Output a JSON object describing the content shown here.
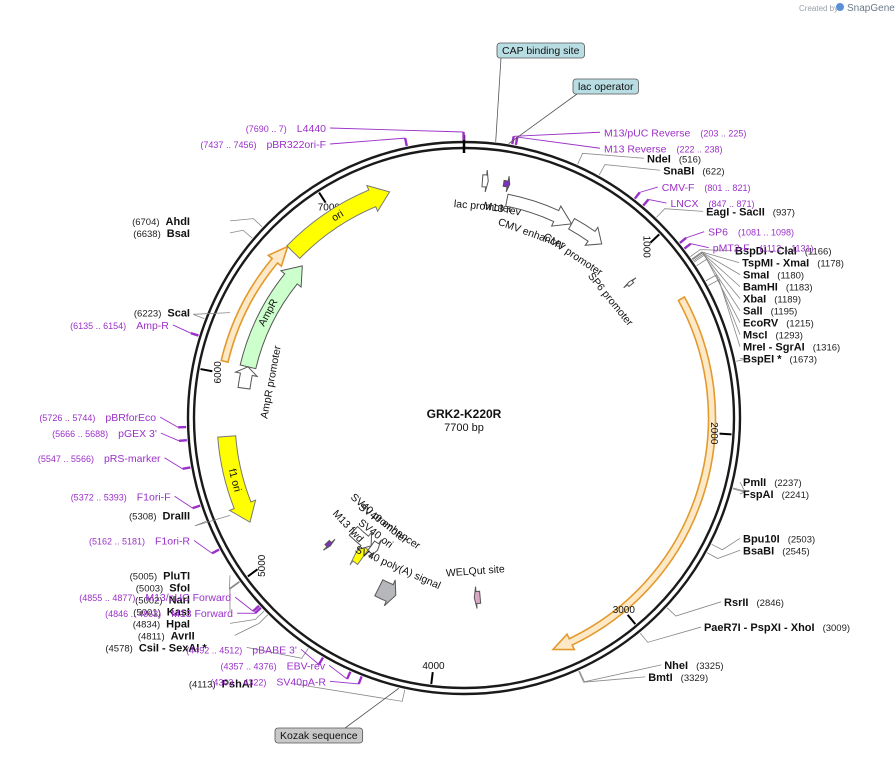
{
  "header": {
    "credit": "Created by",
    "brand": "SnapGene"
  },
  "plasmid": {
    "name": "GRK2-K220R",
    "length_label": "7700 bp",
    "length_bp": 7700
  },
  "colors": {
    "backbone": "#1a1a1a",
    "primer": "#9b30c9",
    "site_line": "#888888",
    "ori": "#ffff00",
    "ampr": "#ccffcc",
    "orf_outline": "#e39a2d",
    "orf_fill": "#fde9c8",
    "cap_box": "#b8dde3",
    "lac_op_box": "#b8dde3",
    "kozak_box": "#c8c8c8"
  },
  "ticks": [
    {
      "bp": 1000,
      "label": "1000"
    },
    {
      "bp": 2000,
      "label": "2000"
    },
    {
      "bp": 3000,
      "label": "3000"
    },
    {
      "bp": 4000,
      "label": "4000"
    },
    {
      "bp": 5000,
      "label": "5000"
    },
    {
      "bp": 6000,
      "label": "6000"
    },
    {
      "bp": 7000,
      "label": "7000"
    }
  ],
  "restriction_sites": [
    {
      "name": "NdeI",
      "pos": "(516)",
      "bp": 516
    },
    {
      "name": "SnaBI",
      "pos": "(622)",
      "bp": 622
    },
    {
      "name": "EagI  - SacII",
      "pos": "(937)",
      "bp": 937
    },
    {
      "name": "BspDI  - ClaI",
      "pos": "(1166)",
      "bp": 1166
    },
    {
      "name": "TspMI  - XmaI",
      "pos": "(1178)",
      "bp": 1178
    },
    {
      "name": "SmaI",
      "pos": "(1180)",
      "bp": 1180
    },
    {
      "name": "BamHI",
      "pos": "(1183)",
      "bp": 1183
    },
    {
      "name": "XbaI",
      "pos": "(1189)",
      "bp": 1189
    },
    {
      "name": "SalI",
      "pos": "(1195)",
      "bp": 1195
    },
    {
      "name": "EcoRV",
      "pos": "(1215)",
      "bp": 1215
    },
    {
      "name": "MscI",
      "pos": "(1293)",
      "bp": 1293
    },
    {
      "name": "MreI  - SgrAI",
      "pos": "(1316)",
      "bp": 1316
    },
    {
      "name": "BspEI *",
      "pos": "(1673)",
      "bp": 1673
    },
    {
      "name": "PmlI",
      "pos": "(2237)",
      "bp": 2237
    },
    {
      "name": "FspAI",
      "pos": "(2241)",
      "bp": 2241
    },
    {
      "name": "Bpu10I",
      "pos": "(2503)",
      "bp": 2503
    },
    {
      "name": "BsaBI",
      "pos": "(2545)",
      "bp": 2545
    },
    {
      "name": "RsrII",
      "pos": "(2846)",
      "bp": 2846
    },
    {
      "name": "PaeR7I  - PspXI  - XhoI",
      "pos": "(3009)",
      "bp": 3009
    },
    {
      "name": "NheI",
      "pos": "(3325)",
      "bp": 3325
    },
    {
      "name": "BmtI",
      "pos": "(3329)",
      "bp": 3329
    },
    {
      "name": "PshAI",
      "pos": "(4113)",
      "bp": 4113
    },
    {
      "name": "CsiI  - SexAI *",
      "pos": "(4578)",
      "bp": 4578
    },
    {
      "name": "AvrII",
      "pos": "(4811)",
      "bp": 4811
    },
    {
      "name": "HpaI",
      "pos": "(4834)",
      "bp": 4834
    },
    {
      "name": "KasI",
      "pos": "(5001)",
      "bp": 5001
    },
    {
      "name": "NarI",
      "pos": "(5002)",
      "bp": 5002
    },
    {
      "name": "SfoI",
      "pos": "(5003)",
      "bp": 5003
    },
    {
      "name": "PluTI",
      "pos": "(5005)",
      "bp": 5005
    },
    {
      "name": "DraIII",
      "pos": "(5308)",
      "bp": 5308
    },
    {
      "name": "ScaI",
      "pos": "(6223)",
      "bp": 6223
    },
    {
      "name": "BsaI",
      "pos": "(6638)",
      "bp": 6638
    },
    {
      "name": "AhdI",
      "pos": "(6704)",
      "bp": 6704
    }
  ],
  "primers": [
    {
      "name": "L4440",
      "range": "(7690 .. 7)",
      "bp": 7698
    },
    {
      "name": "pBR322ori-F",
      "range": "(7437 .. 7456)",
      "bp": 7446
    },
    {
      "name": "M13/pUC Reverse",
      "range": "(203 .. 225)",
      "bp": 214
    },
    {
      "name": "M13 Reverse",
      "range": "(222 .. 238)",
      "bp": 230
    },
    {
      "name": "CMV-F",
      "range": "(801 .. 821)",
      "bp": 811
    },
    {
      "name": "LNCX",
      "range": "(847 .. 871)",
      "bp": 859
    },
    {
      "name": "SP6",
      "range": "(1081 .. 1098)",
      "bp": 1090
    },
    {
      "name": "pMT2-F",
      "range": "(1112 .. 1131)",
      "bp": 1122
    },
    {
      "name": "EBV-rev",
      "range": "(4357 .. 4376)",
      "bp": 4366
    },
    {
      "name": "SV40pA-R",
      "range": "(4303 .. 4322)",
      "bp": 4312
    },
    {
      "name": "pBABE 3'",
      "range": "(4492 .. 4512)",
      "bp": 4502
    },
    {
      "name": "M13/pUC Forward",
      "range": "(4855 .. 4877)",
      "bp": 4866
    },
    {
      "name": "M13 Forward",
      "range": "(4846 .. 4863)",
      "bp": 4854
    },
    {
      "name": "F1ori-R",
      "range": "(5162 .. 5181)",
      "bp": 5171
    },
    {
      "name": "F1ori-F",
      "range": "(5372 .. 5393)",
      "bp": 5382
    },
    {
      "name": "pRS-marker",
      "range": "(5547 .. 5566)",
      "bp": 5556
    },
    {
      "name": "pGEX 3'",
      "range": "(5666 .. 5688)",
      "bp": 5677
    },
    {
      "name": "pBRforEco",
      "range": "(5726 .. 5744)",
      "bp": 5735
    },
    {
      "name": "Amp-R",
      "range": "(6135 .. 6154)",
      "bp": 6144
    }
  ],
  "boxed_features": [
    {
      "name": "CAP binding site",
      "bp": 140,
      "style": "cap"
    },
    {
      "name": "lac operator",
      "bp": 198,
      "style": "lacop"
    },
    {
      "name": "Kozak sequence",
      "bp": 4140,
      "style": "kozak"
    }
  ],
  "features": [
    {
      "label": "ori",
      "kind": "ori",
      "from": 6720,
      "to": 7310,
      "dir": 1
    },
    {
      "label": "AmpR",
      "kind": "ampr",
      "from": 6060,
      "to": 6700,
      "dir": 1
    },
    {
      "label": "AmpR promoter",
      "kind": "promoter",
      "from": 5940,
      "to": 6060,
      "dir": 1
    },
    {
      "label": "f1 ori",
      "kind": "ori",
      "from": 5220,
      "to": 5680,
      "dir": -1
    },
    {
      "label": "lac promoter",
      "kind": "promoter",
      "from": 95,
      "to": 125,
      "dir": 1
    },
    {
      "label": "M13 rev",
      "kind": "primer-arrow",
      "from": 205,
      "to": 237,
      "dir": 1
    },
    {
      "label": "CMV enhancer",
      "kind": "promoter",
      "from": 238,
      "to": 620,
      "dir": 1
    },
    {
      "label": "CMV promoter",
      "kind": "promoter",
      "from": 620,
      "to": 820,
      "dir": 1
    },
    {
      "label": "SP6 promoter",
      "kind": "promoter",
      "from": 1080,
      "to": 1100,
      "dir": -1
    },
    {
      "label": "SV40 ori",
      "kind": "ori",
      "from": 4620,
      "to": 4680,
      "dir": 1
    },
    {
      "label": "SV40 enhancer",
      "kind": "promoter",
      "from": 4560,
      "to": 4620,
      "dir": -1
    },
    {
      "label": "SV40 promoter",
      "kind": "promoter",
      "from": 4620,
      "to": 4800,
      "dir": -1
    },
    {
      "label": "M13 fwd",
      "kind": "primer-arrow",
      "from": 4840,
      "to": 4870,
      "dir": -1
    },
    {
      "label": "SV40 poly(A) signal",
      "kind": "polya",
      "from": 4300,
      "to": 4420,
      "dir": -1
    },
    {
      "label": "WELQut site",
      "kind": "site",
      "from": 3740,
      "to": 3780,
      "dir": 1
    },
    {
      "label": "GRK2-K220R",
      "kind": "orf",
      "from": 1310,
      "to": 3400,
      "dir": 1,
      "show_label": false
    },
    {
      "label": "AmpR outline",
      "kind": "orf",
      "from": 6060,
      "to": 6720,
      "dir": 1,
      "show_label": false
    }
  ]
}
